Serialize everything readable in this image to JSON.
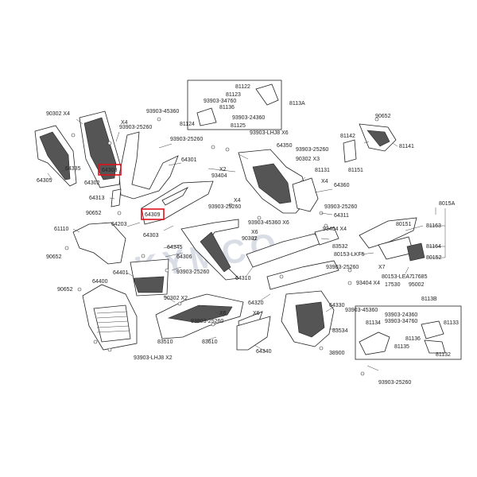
{
  "watermark": "KYMCO",
  "highlighted": [
    "64308",
    "64309"
  ],
  "labels": {
    "l_90302_x4": "90302  X4",
    "l_64335": "64335",
    "l_64305": "64305",
    "l_64308": "64308",
    "l_64302": "64302",
    "l_93903_25260_a": "93903-25260",
    "l_93903_45360_a": "93903-45360",
    "l_x4_a": "X4",
    "l_93903_25260_b": "93903-25260",
    "l_64301": "64301",
    "l_64313": "64313",
    "l_90652_a": "90652",
    "l_64309": "64309",
    "l_64203": "64203",
    "l_64303": "64303",
    "l_61110": "61110",
    "l_90652_b": "90652",
    "l_64401": "64401",
    "l_64400": "64400",
    "l_90652_c": "90652",
    "l_64345": "64345",
    "l_64306": "64306",
    "l_93903_25260_c": "93903-25260",
    "l_90302_x2": "90302  X2",
    "l_x6_a": "X6",
    "l_93903_25260_d": "93903-25260",
    "l_83510": "83510",
    "l_83610": "83610",
    "l_93903_lhj8_x2": "93903-LHJ8  X2",
    "l_81122": "81122",
    "l_81123": "81123",
    "l_93903_34760": "93903-34760",
    "l_81136": "81136",
    "l_8113A": "8113A",
    "l_81124": "81124",
    "l_81125": "81125",
    "l_93903_24360": "93903-24360",
    "l_93903_lhj8_x6": "93903-LHJ8  X6",
    "l_64350": "64350",
    "l_93903_25260_e": "93903-25260",
    "l_90302_x3": "90302  X3",
    "l_81131": "81131",
    "l_x2_b": "X2",
    "l_93404": "93404",
    "l_x4_b": "X4",
    "l_x4_c": "X4",
    "l_64360": "64360",
    "l_93903_25260_f": "93903-25260",
    "l_64311": "64311",
    "l_93903_45360_b": "93903-45360  X6",
    "l_93404_x4_a": "93404   X4",
    "l_x6_b": "X6",
    "l_90302": "90302",
    "l_83532": "83532",
    "l_93903_25260_g": "93903-25260",
    "l_64310": "64310",
    "l_93404_x4_b": "93404  X4",
    "l_64320": "64320",
    "l_64330": "64330",
    "l_x6_c": "X6",
    "l_93903_45360_c": "93903-45360",
    "l_83534": "83534",
    "l_64340": "64340",
    "l_38900": "38900",
    "l_93903_25260_h": "93903-25260",
    "l_90652_d": "90652",
    "l_81142": "81142",
    "l_81141": "81141",
    "l_81151": "81151",
    "l_8015A": "8015A",
    "l_80151": "80151",
    "l_81163": "81163",
    "l_81164": "81164",
    "l_80152": "80152",
    "l_80153_lkf5": "80153-LKF5",
    "l_x7": "X7",
    "l_80153_lea7": "80153-LEA7",
    "l_17685": "17685",
    "l_17530": "17530",
    "l_95002": "95002",
    "l_8113B": "8113B",
    "l_93903_24360_b": "93903-24360",
    "l_81134": "81134",
    "l_93903_34760_b": "93903-34760",
    "l_81133": "81133",
    "l_81136_b": "81136",
    "l_81135": "81135",
    "l_81132": "81132"
  }
}
